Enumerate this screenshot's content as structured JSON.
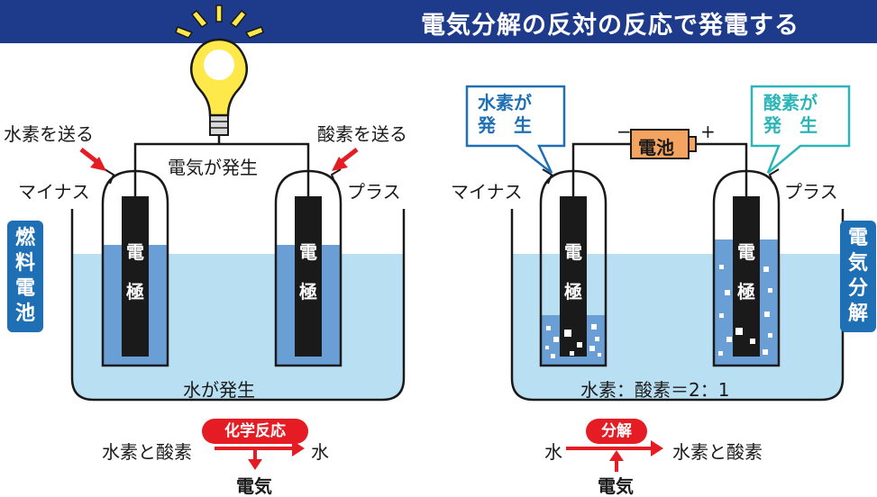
{
  "title": "電気分解の反対の反応で発電する",
  "colors": {
    "title_bg": "#1e3a8a",
    "water": "#b9dff3",
    "water_in_tube": "#6a9fd6",
    "electrode": "#1a1a1a",
    "accent_red": "#e51c23",
    "tag_blue": "#1f6fb5",
    "battery": "#f4a45f",
    "bulb": "#ffe94a",
    "callout_blue": "#1f6fb5",
    "callout_teal": "#2bb5b8"
  },
  "fuel_cell": {
    "side_tag": [
      "燃",
      "料",
      "電",
      "池"
    ],
    "hydrogen_in": "水素を送る",
    "oxygen_in": "酸素を送る",
    "minus": "マイナス",
    "plus": "プラス",
    "electricity_generated": "電気が発生",
    "water_generated": "水が発生",
    "electrode_chars": [
      "電",
      "極"
    ],
    "reaction": {
      "left": "水素と酸素",
      "process": "化学反応",
      "right": "水",
      "output": "電気"
    }
  },
  "electrolysis": {
    "side_tag": [
      "電",
      "気",
      "分",
      "解"
    ],
    "hydrogen_callout": "水素が\n発　生",
    "oxygen_callout": "酸素が\n発　生",
    "battery": "電池",
    "battery_minus": "−",
    "battery_plus": "+",
    "minus": "マイナス",
    "plus": "プラス",
    "ratio": "水素：酸素＝2：1",
    "electrode_chars": [
      "電",
      "極"
    ],
    "reaction": {
      "left": "水",
      "process": "分解",
      "right": "水素と酸素",
      "input": "電気"
    }
  }
}
